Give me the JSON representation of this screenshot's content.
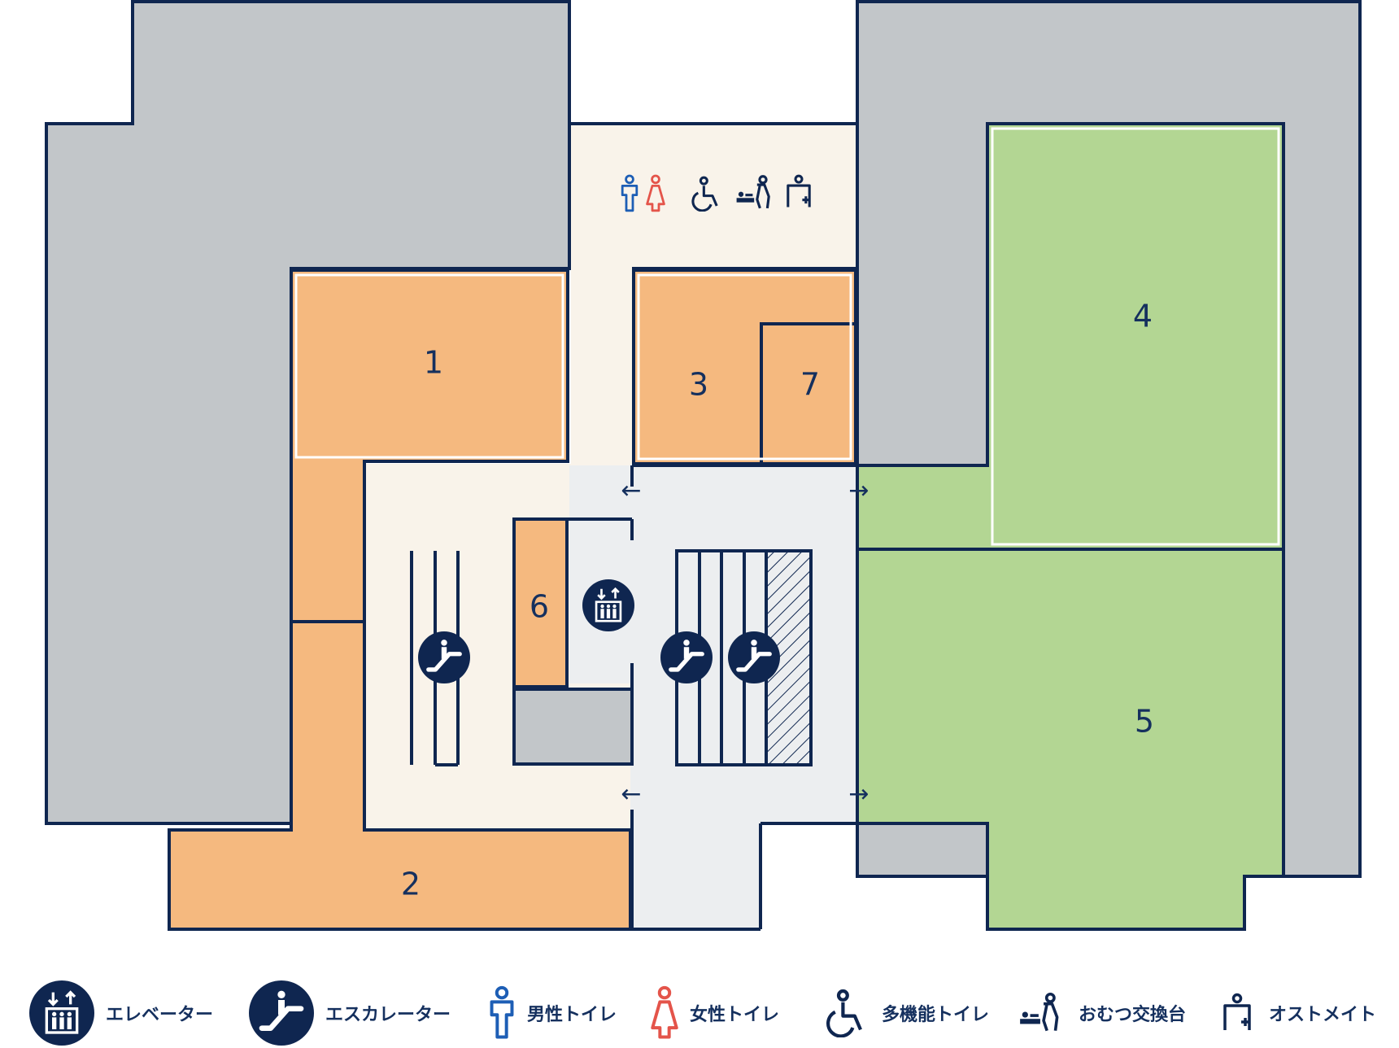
{
  "map": {
    "areas": [
      {
        "label": "1",
        "category": "orange"
      },
      {
        "label": "2",
        "category": "orange"
      },
      {
        "label": "3",
        "category": "orange"
      },
      {
        "label": "4",
        "category": "green"
      },
      {
        "label": "5",
        "category": "green"
      },
      {
        "label": "6",
        "category": "orange"
      },
      {
        "label": "7",
        "category": "orange"
      }
    ],
    "arrows": [
      "←",
      "→",
      "←",
      "→"
    ]
  },
  "legend": [
    {
      "icon": "elevator-icon",
      "label": "エレベーター"
    },
    {
      "icon": "escalator-icon",
      "label": "エスカレーター"
    },
    {
      "icon": "mens-toilet-icon",
      "label": "男性トイレ"
    },
    {
      "icon": "womens-toilet-icon",
      "label": "女性トイレ"
    },
    {
      "icon": "accessible-toilet-icon",
      "label": "多機能トイレ"
    },
    {
      "icon": "diaper-changing-icon",
      "label": "おむつ交換台"
    },
    {
      "icon": "ostomate-icon",
      "label": "オストメイト"
    }
  ],
  "colors": {
    "outline": "#0f2650",
    "grey_block": "#c2c6c9",
    "orange_area": "#f5b97f",
    "green_area": "#b3d693",
    "corridor_cream": "#f9f3ea",
    "corridor_grey": "#eceef0",
    "mens": "#1d5eb5",
    "womens": "#e4544a"
  }
}
